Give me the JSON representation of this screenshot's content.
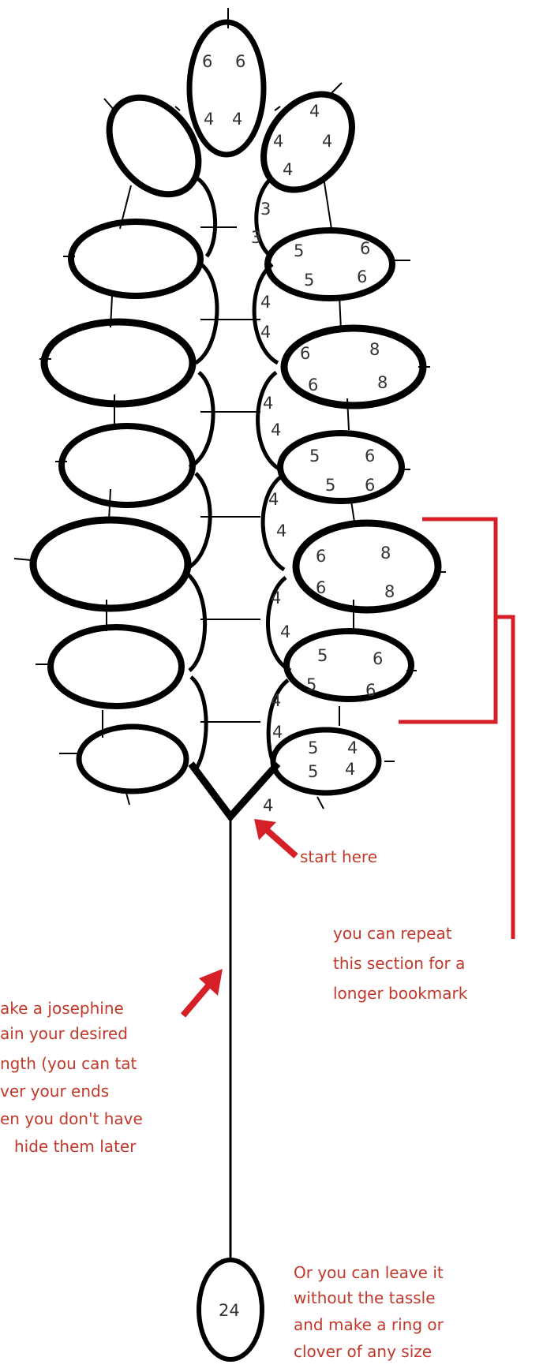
{
  "ring_counts": {
    "top": [
      "6",
      "6",
      "4",
      "4"
    ],
    "upper_right": [
      "4",
      "4",
      "4",
      "4"
    ],
    "right_1": [
      "5",
      "6",
      "5",
      "6"
    ],
    "right_2": [
      "6",
      "8",
      "6",
      "8"
    ],
    "right_3": [
      "5",
      "6",
      "5",
      "6"
    ],
    "right_4": [
      "6",
      "8",
      "6",
      "8"
    ],
    "right_5": [
      "5",
      "6",
      "5",
      "6"
    ],
    "right_6": [
      "5",
      "4",
      "5",
      "4"
    ],
    "tassel_ring": "24"
  },
  "chain_counts": [
    "3",
    "3",
    "4",
    "4",
    "4",
    "4",
    "4",
    "4",
    "4",
    "4",
    "4",
    "4",
    "4"
  ],
  "annotations": {
    "start": "start here",
    "repeat": [
      "you can repeat",
      "this section for a",
      "longer bookmark"
    ],
    "josephine": [
      "ake a josephine",
      "ain your desired",
      "ngth (you can tat",
      "ver your ends",
      "en you don't have",
      "hide them later"
    ],
    "ring_option": [
      "Or you can leave it",
      "without the tassle",
      "and make a ring or",
      "clover of any size"
    ]
  },
  "colors": {
    "lines": "#000000",
    "annotation": "#d62027",
    "annotation_text": "#c0392b"
  }
}
